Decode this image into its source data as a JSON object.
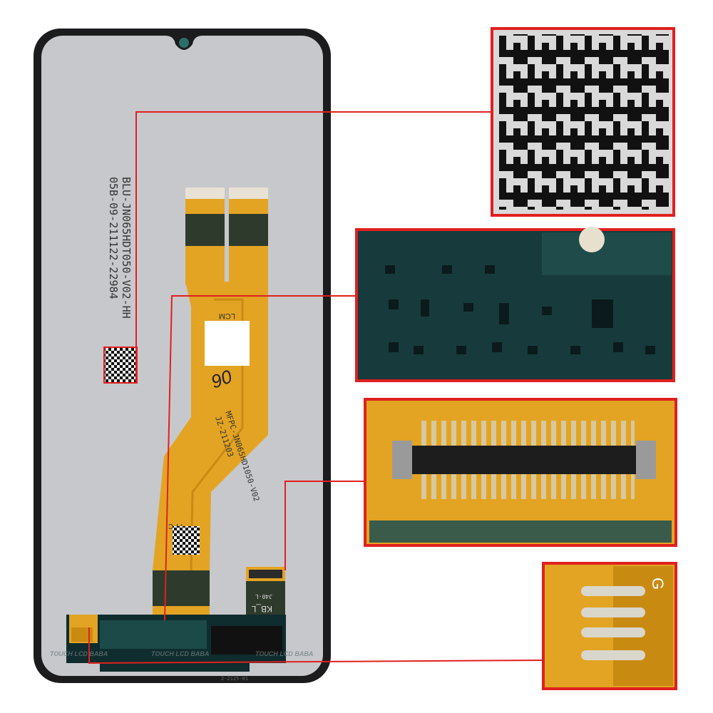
{
  "panel": {
    "label_line1": "BLU-JN065HDT050-V02-HH",
    "label_line2": "05B-09-211122-22984",
    "flex_lcm": "LCM",
    "flex_mark": "MFPC-JN065HD1050-V02",
    "flex_date": "JZ-211203",
    "flex_fpc": "FPC",
    "kb_label": "KB_L",
    "kb_code": "J40-L",
    "bottom_code": "2-2125-01",
    "watermarks": [
      "TOUCH LCD BABA",
      "TOUCH LCD BABA",
      "TOUCH LCD BABA"
    ]
  },
  "insets": {
    "qr": "qr-code-closeup",
    "ic": "ic-board-closeup",
    "connector": "connector-closeup",
    "pads": "solder-pads-closeup",
    "pads_letter": "G"
  },
  "colors": {
    "frame": "#1c1c1e",
    "screen": "#c7c8cc",
    "flex": "#e3a423",
    "flex_dark": "#c98a12",
    "board": "#0f2c2e",
    "callout": "#e0201f"
  }
}
